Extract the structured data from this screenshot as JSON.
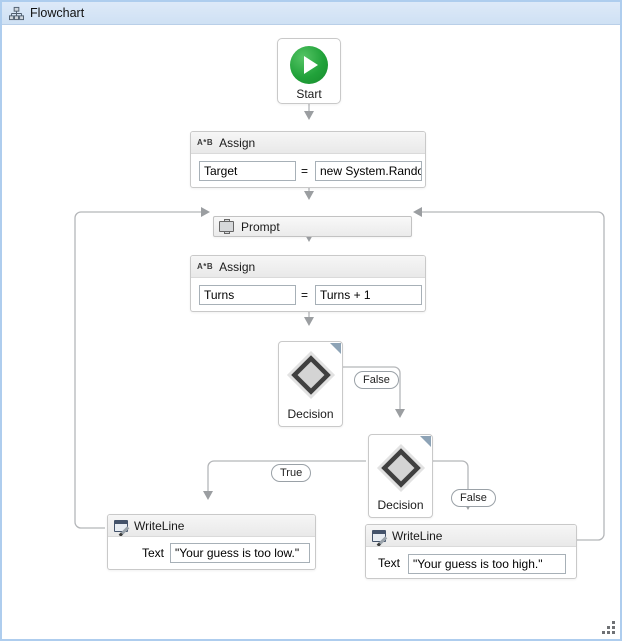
{
  "window": {
    "title": "Flowchart"
  },
  "palette": {
    "canvas_border": "#aecdee",
    "titlebar_bg": "#d7e6f7",
    "connector_line": "#b4b6b9",
    "arrowhead": "#9b9ea1",
    "start_green": "#24a338",
    "node_border": "#c9c9c9",
    "decision_adorner": "#8da3b6"
  },
  "nodes": {
    "start": {
      "label": "Start"
    },
    "assign_target": {
      "icon": "A*B",
      "title": "Assign",
      "left": "Target",
      "op": "=",
      "right": "new System.Random"
    },
    "prompt": {
      "title": "Prompt"
    },
    "assign_turns": {
      "icon": "A*B",
      "title": "Assign",
      "left": "Turns",
      "op": "=",
      "right": "Turns + 1"
    },
    "decision1": {
      "label": "Decision"
    },
    "decision2": {
      "label": "Decision"
    },
    "writeline_low": {
      "title": "WriteLine",
      "field": "Text",
      "value": "\"Your guess is too low.\""
    },
    "writeline_high": {
      "title": "WriteLine",
      "field": "Text",
      "value": "\"Your guess is too high.\""
    }
  },
  "connectors": {
    "decision1_false": {
      "label": "False"
    },
    "decision2_true": {
      "label": "True"
    },
    "decision2_false": {
      "label": "False"
    }
  }
}
